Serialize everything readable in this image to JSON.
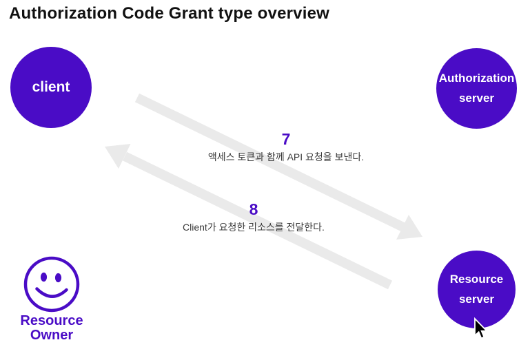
{
  "title": "Authorization Code Grant type overview",
  "colors": {
    "purple": "#4a0cc6",
    "arrow_gray": "#eaeaea",
    "title_text": "#111111",
    "description_text": "#3b3b3b",
    "node_text": "#ffffff"
  },
  "nodes": {
    "client": {
      "label": "client"
    },
    "authorization_server": {
      "line1": "Authorization",
      "line2": "server"
    },
    "resource_server": {
      "line1": "Resource",
      "line2": "server"
    },
    "resource_owner": {
      "line1": "Resource",
      "line2": "Owner"
    }
  },
  "steps": {
    "step7": {
      "number": "7",
      "description": "액세스 토큰과 함께 API 요청을 보낸다."
    },
    "step8": {
      "number": "8",
      "description": "Client가 요청한 리소스를 전달한다."
    }
  },
  "icons": {
    "smiley": "smiley-face-icon",
    "cursor": "mouse-cursor-icon"
  }
}
